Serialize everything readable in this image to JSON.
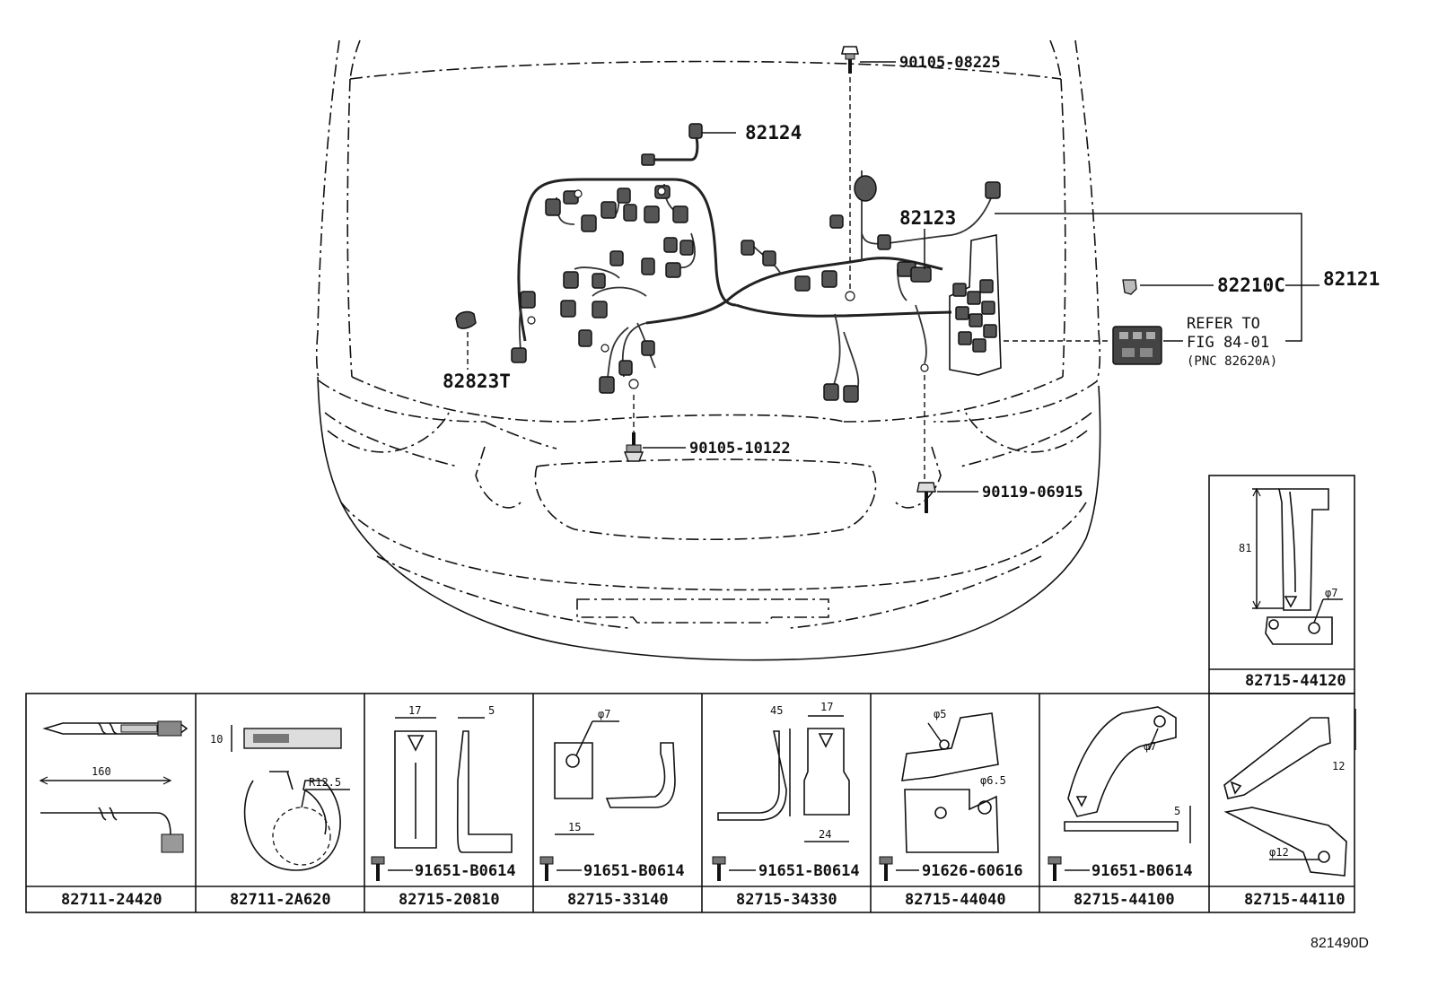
{
  "main_parts": {
    "p82124": "82124",
    "p82123": "82123",
    "p82121": "82121",
    "p82210c": "82210C",
    "p82823t": "82823T",
    "bolt_top": "90105-08225",
    "bolt_center": "90105-10122",
    "bolt_right": "90119-06915"
  },
  "reference": {
    "line1": "REFER TO",
    "line2": "FIG 84-01",
    "line3": "(PNC 82620A)"
  },
  "bracket_table": [
    {
      "part": "82711-24420",
      "bolt": ""
    },
    {
      "part": "82711-2A620",
      "bolt": ""
    },
    {
      "part": "82715-20810",
      "bolt": "91651-B0614"
    },
    {
      "part": "82715-33140",
      "bolt": "91651-B0614"
    },
    {
      "part": "82715-34330",
      "bolt": "91651-B0614"
    },
    {
      "part": "82715-44040",
      "bolt": "91626-60616"
    },
    {
      "part": "82715-44100",
      "bolt": "91651-B0614"
    },
    {
      "part": "82715-44110",
      "bolt": ""
    }
  ],
  "upper_bracket": {
    "part": "82715-44120"
  },
  "dims": {
    "d160": "160",
    "d10": "10",
    "r12_5": "R12.5",
    "d17a": "17",
    "d5a": "5",
    "phi7a": "φ7",
    "d15": "15",
    "d45": "45",
    "d17b": "17",
    "d24": "24",
    "phi5": "φ5",
    "phi6_5": "φ6.5",
    "phi7b": "φ7",
    "d5b": "5",
    "d12": "12",
    "phi12": "φ12",
    "d81": "81",
    "phi7c": "φ7"
  },
  "illustration_id": "821490D"
}
